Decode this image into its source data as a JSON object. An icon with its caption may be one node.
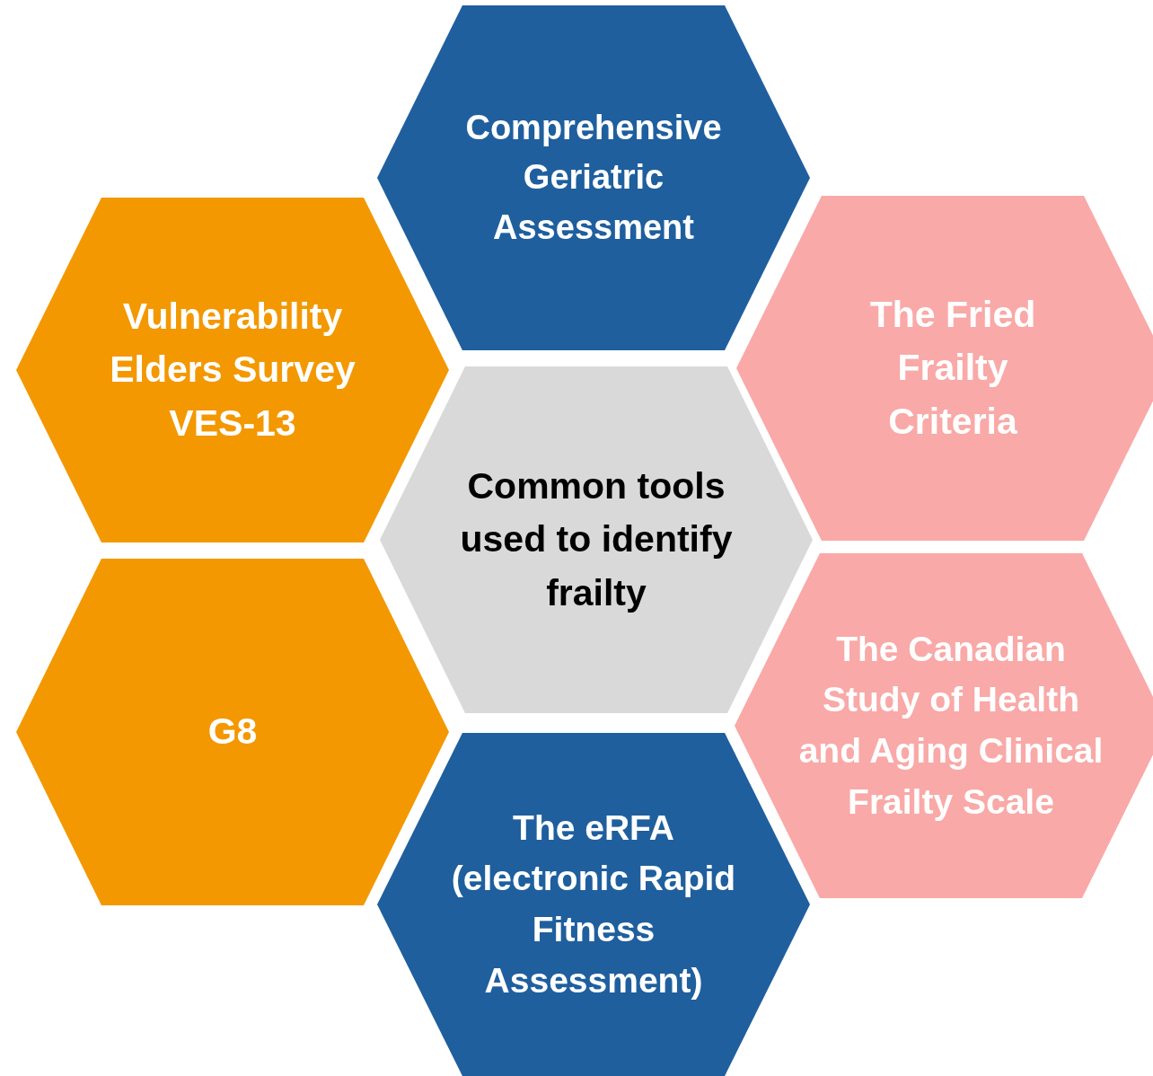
{
  "diagram": {
    "nodes": [
      {
        "text": [
          "Comprehensive Geriatric Assessment"
        ]
      },
      {
        "text": [
          "Vulnerability Elders Survey VES-13"
        ]
      },
      {
        "text": [
          "The Fried Frailty Criteria"
        ]
      },
      {
        "text": [
          "Common tools used to identify frailty"
        ]
      },
      {
        "text": [
          "G8"
        ]
      },
      {
        "text": [
          "The Canadian Study of Health and Aging Clinical Frailty Scale"
        ]
      },
      {
        "text": [
          "The eRFA (electronic Rapid Fitness Assessment)"
        ]
      }
    ]
  }
}
